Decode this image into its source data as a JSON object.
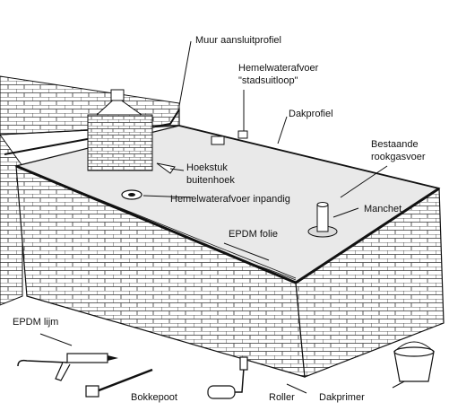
{
  "colors": {
    "ink": "#111111",
    "fill_light": "#e9e9e9",
    "fill_white": "#ffffff",
    "brick_line": "#333333"
  },
  "labels": {
    "muur_aansluitprofiel": "Muur aansluitprofiel",
    "hemelwaterafvoer_line1": "Hemelwaterafvoer",
    "hemelwaterafvoer_line2": "\"stadsuitloop\"",
    "dakprofiel": "Dakprofiel",
    "bestaande_line1": "Bestaande",
    "bestaande_line2": "rookgasvoer",
    "hoekstuk_line1": "Hoekstuk",
    "hoekstuk_line2": "buitenhoek",
    "hemelwaterafvoer_inpandig": "Hemelwaterafvoer  inpandig",
    "manchet": "Manchet",
    "epdm_folie": "EPDM folie",
    "epdm_lijm": "EPDM lijm",
    "bokkepoot": "Bokkepoot",
    "roller": "Roller",
    "dakprimer": "Dakprimer"
  },
  "icons": [
    "chimney-icon",
    "flue-pipe-icon",
    "drain-icon",
    "glue-gun-icon",
    "bokkepoot-tool-icon",
    "paint-roller-icon",
    "primer-bucket-icon"
  ]
}
